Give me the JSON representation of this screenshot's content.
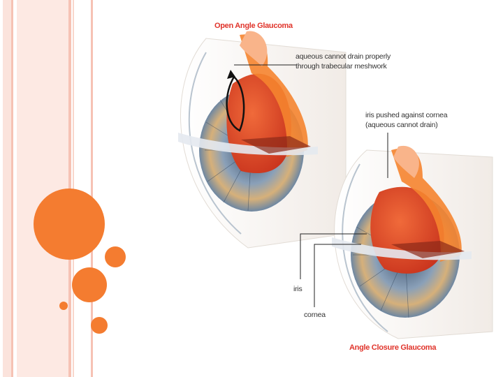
{
  "slide": {
    "colors": {
      "accent": "#f47c30",
      "stripe_light": "#fbe3dc",
      "stripe_mid": "#f6c2b4",
      "title_red": "#e0342b"
    },
    "decor": {
      "icon_names": [
        "decorative-stripes",
        "decorative-circles"
      ]
    }
  },
  "diagram": {
    "top_title": "Open Angle Glaucoma",
    "bottom_title": "Angle Closure Glaucoma",
    "labels": {
      "aqueous_line1": "aqueous cannot drain properly",
      "aqueous_line2": "through trabecular  meshwork",
      "iris_pushed_line1": "iris pushed against cornea",
      "iris_pushed_line2": "(aqueous cannot drain)",
      "iris": "iris",
      "cornea": "cornea"
    }
  }
}
